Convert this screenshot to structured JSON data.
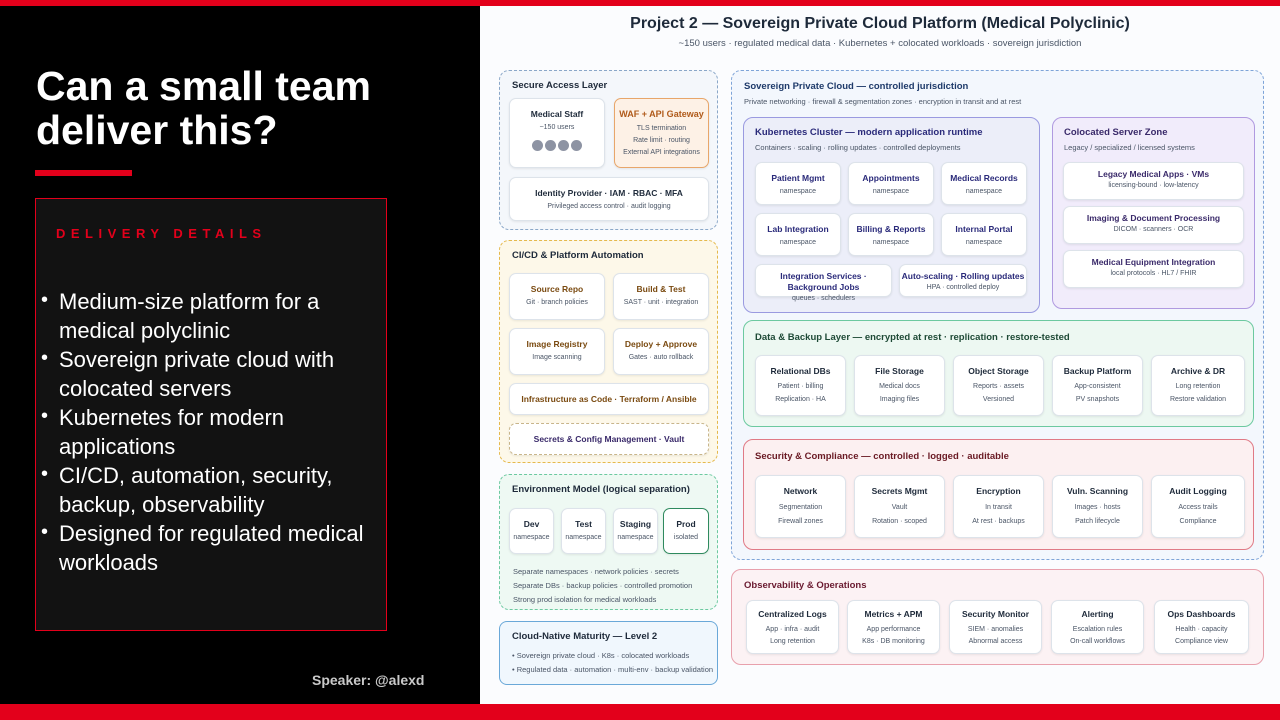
{
  "slide": {
    "headline": "Can a small team deliver this?",
    "details_title": "DELIVERY DETAILS",
    "bullets": [
      "Medium-size platform for a medical polyclinic",
      "Sovereign private cloud with colocated servers",
      "Kubernetes for modern applications",
      "CI/CD, automation, security, backup, observability",
      "Designed for regulated medical workloads"
    ],
    "speaker": "Speaker: @alexd",
    "colors": {
      "accent": "#e3001b",
      "background": "#000000"
    }
  },
  "diagram": {
    "title": "Project 2 — Sovereign Private Cloud Platform (Medical Polyclinic)",
    "subtitle": "~150 users · regulated medical data · Kubernetes + colocated workloads · sovereign jurisdiction",
    "secure_access": {
      "title": "Secure Access Layer",
      "staff": {
        "title": "Medical Staff",
        "sub": "~150 users",
        "icon": "users-icon"
      },
      "waf": {
        "title": "WAF + API Gateway",
        "lines": [
          "TLS termination",
          "Rate limit · routing",
          "External API integrations"
        ]
      },
      "idp": {
        "title": "Identity Provider · IAM · RBAC · MFA",
        "sub": "Privileged access control · audit logging"
      }
    },
    "cicd": {
      "title": "CI/CD & Platform Automation",
      "cards": [
        {
          "title": "Source Repo",
          "sub": "Git · branch policies"
        },
        {
          "title": "Build & Test",
          "sub": "SAST · unit · integration"
        },
        {
          "title": "Image Registry",
          "sub": "Image scanning"
        },
        {
          "title": "Deploy + Approve",
          "sub": "Gates · auto rollback"
        }
      ],
      "iac": "Infrastructure as Code · Terraform / Ansible",
      "secrets": "Secrets & Config Management · Vault"
    },
    "env": {
      "title": "Environment Model (logical separation)",
      "envs": [
        {
          "title": "Dev",
          "sub": "namespace"
        },
        {
          "title": "Test",
          "sub": "namespace"
        },
        {
          "title": "Staging",
          "sub": "namespace"
        },
        {
          "title": "Prod",
          "sub": "isolated"
        }
      ],
      "notes": [
        "Separate namespaces · network policies · secrets",
        "Separate DBs · backup policies · controlled promotion",
        "Strong prod isolation for medical workloads"
      ]
    },
    "maturity": {
      "title": "Cloud-Native Maturity — Level 2",
      "lines": [
        "• Sovereign private cloud · K8s · colocated workloads",
        "• Regulated data · automation · multi-env · backup validation"
      ]
    },
    "spc": {
      "title": "Sovereign Private Cloud — controlled jurisdiction",
      "sub": "Private networking · firewall & segmentation zones · encryption in transit and at rest"
    },
    "k8s": {
      "title": "Kubernetes Cluster — modern application runtime",
      "sub": "Containers · scaling · rolling updates · controlled deployments",
      "services": [
        {
          "title": "Patient Mgmt",
          "sub": "namespace"
        },
        {
          "title": "Appointments",
          "sub": "namespace"
        },
        {
          "title": "Medical Records",
          "sub": "namespace"
        },
        {
          "title": "Lab Integration",
          "sub": "namespace"
        },
        {
          "title": "Billing & Reports",
          "sub": "namespace"
        },
        {
          "title": "Internal Portal",
          "sub": "namespace"
        }
      ],
      "bottom": [
        {
          "title": "Integration Services · Background Jobs",
          "sub": "queues · schedulers"
        },
        {
          "title": "Auto-scaling · Rolling updates",
          "sub": "HPA · controlled deploy"
        }
      ]
    },
    "colo": {
      "title": "Colocated Server Zone",
      "sub": "Legacy / specialized / licensed systems",
      "cards": [
        {
          "title": "Legacy Medical Apps · VMs",
          "sub": "licensing-bound · low-latency"
        },
        {
          "title": "Imaging & Document Processing",
          "sub": "DICOM · scanners · OCR"
        },
        {
          "title": "Medical Equipment Integration",
          "sub": "local protocols · HL7 / FHIR"
        }
      ]
    },
    "data": {
      "title": "Data & Backup Layer — encrypted at rest · replication · restore-tested",
      "cards": [
        {
          "title": "Relational DBs",
          "l1": "Patient · billing",
          "l2": "Replication · HA"
        },
        {
          "title": "File Storage",
          "l1": "Medical docs",
          "l2": "Imaging files"
        },
        {
          "title": "Object Storage",
          "l1": "Reports · assets",
          "l2": "Versioned"
        },
        {
          "title": "Backup Platform",
          "l1": "App-consistent",
          "l2": "PV snapshots"
        },
        {
          "title": "Archive & DR",
          "l1": "Long retention",
          "l2": "Restore validation"
        }
      ]
    },
    "security": {
      "title": "Security & Compliance — controlled · logged · auditable",
      "cards": [
        {
          "title": "Network",
          "l1": "Segmentation",
          "l2": "Firewall zones"
        },
        {
          "title": "Secrets Mgmt",
          "l1": "Vault",
          "l2": "Rotation · scoped"
        },
        {
          "title": "Encryption",
          "l1": "In transit",
          "l2": "At rest · backups"
        },
        {
          "title": "Vuln. Scanning",
          "l1": "Images · hosts",
          "l2": "Patch lifecycle"
        },
        {
          "title": "Audit Logging",
          "l1": "Access trails",
          "l2": "Compliance"
        }
      ]
    },
    "observability": {
      "title": "Observability & Operations",
      "cards": [
        {
          "title": "Centralized Logs",
          "l1": "App · infra · audit",
          "l2": "Long retention"
        },
        {
          "title": "Metrics + APM",
          "l1": "App performance",
          "l2": "K8s · DB monitoring"
        },
        {
          "title": "Security Monitor",
          "l1": "SIEM · anomalies",
          "l2": "Abnormal access"
        },
        {
          "title": "Alerting",
          "l1": "Escalation rules",
          "l2": "On-call workflows"
        },
        {
          "title": "Ops Dashboards",
          "l1": "Health · capacity",
          "l2": "Compliance view"
        }
      ]
    }
  }
}
